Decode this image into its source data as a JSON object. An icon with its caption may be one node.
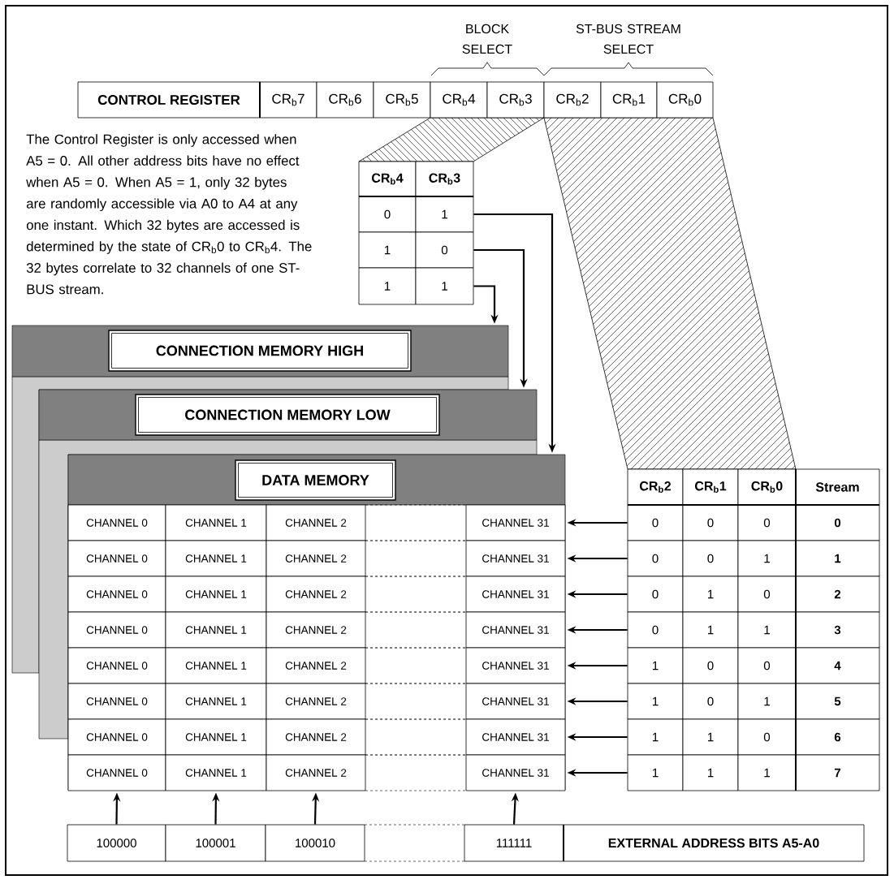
{
  "diagram": {
    "nodes": [
      {
        "text": [
          "CONTROL REGISTER"
        ]
      },
      {
        "text": [
          "CR$_{b}$7"
        ]
      },
      {
        "text": [
          "CR$_{b}$6"
        ]
      },
      {
        "text": [
          "CR$_{b}$5"
        ]
      },
      {
        "text": [
          "CR$_{b}$4"
        ]
      },
      {
        "text": [
          "CR$_{b}$3"
        ]
      },
      {
        "text": [
          "CR$_{b}$2"
        ]
      },
      {
        "text": [
          "CR$_{b}$1"
        ]
      },
      {
        "text": [
          "CR$_{b}$0"
        ]
      },
      {
        "text": [
          "CR$_{b}$4"
        ]
      },
      {
        "text": [
          "CR$_{b}$3"
        ]
      },
      {
        "text": [
          "0"
        ]
      },
      {
        "text": [
          "1"
        ]
      },
      {
        "text": [
          "1"
        ]
      },
      {
        "text": [
          "0"
        ]
      },
      {
        "text": [
          "1"
        ]
      },
      {
        "text": [
          "1"
        ]
      },
      {
        "text": [
          "CONNECTION MEMORY HIGH"
        ]
      },
      {
        "text": [
          "CONNECTION MEMORY LOW"
        ]
      },
      {
        "text": [
          "DATA MEMORY"
        ]
      },
      {
        "text": [
          "CHANNEL 0"
        ]
      },
      {
        "text": [
          "CHANNEL 1"
        ]
      },
      {
        "text": [
          "CHANNEL 2"
        ]
      },
      {
        "text": [
          "CHANNEL 31"
        ]
      },
      {
        "text": [
          "CHANNEL 0"
        ]
      },
      {
        "text": [
          "CHANNEL 1"
        ]
      },
      {
        "text": [
          "CHANNEL 2"
        ]
      },
      {
        "text": [
          "CHANNEL 31"
        ]
      },
      {
        "text": [
          "CHANNEL 0"
        ]
      },
      {
        "text": [
          "CHANNEL 1"
        ]
      },
      {
        "text": [
          "CHANNEL 2"
        ]
      },
      {
        "text": [
          "CHANNEL 31"
        ]
      },
      {
        "text": [
          "CHANNEL 0"
        ]
      },
      {
        "text": [
          "CHANNEL 1"
        ]
      },
      {
        "text": [
          "CHANNEL 2"
        ]
      },
      {
        "text": [
          "CHANNEL 31"
        ]
      },
      {
        "text": [
          "CHANNEL 0"
        ]
      },
      {
        "text": [
          "CHANNEL 1"
        ]
      },
      {
        "text": [
          "CHANNEL 2"
        ]
      },
      {
        "text": [
          "CHANNEL 31"
        ]
      },
      {
        "text": [
          "CHANNEL 0"
        ]
      },
      {
        "text": [
          "CHANNEL 1"
        ]
      },
      {
        "text": [
          "CHANNEL 2"
        ]
      },
      {
        "text": [
          "CHANNEL 31"
        ]
      },
      {
        "text": [
          "CHANNEL 0"
        ]
      },
      {
        "text": [
          "CHANNEL 1"
        ]
      },
      {
        "text": [
          "CHANNEL 2"
        ]
      },
      {
        "text": [
          "CHANNEL 31"
        ]
      },
      {
        "text": [
          "CHANNEL 0"
        ]
      },
      {
        "text": [
          "CHANNEL 1"
        ]
      },
      {
        "text": [
          "CHANNEL 2"
        ]
      },
      {
        "text": [
          "CHANNEL 31"
        ]
      },
      {
        "text": [
          "CR$_{b}$2"
        ]
      },
      {
        "text": [
          "CR$_{b}$1"
        ]
      },
      {
        "text": [
          "CR$_{b}$0"
        ]
      },
      {
        "text": [
          "Stream"
        ]
      },
      {
        "text": [
          "0"
        ]
      },
      {
        "text": [
          "0"
        ]
      },
      {
        "text": [
          "0"
        ]
      },
      {
        "text": [
          "0"
        ]
      },
      {
        "text": [
          "0"
        ]
      },
      {
        "text": [
          "0"
        ]
      },
      {
        "text": [
          "1"
        ]
      },
      {
        "text": [
          "1"
        ]
      },
      {
        "text": [
          "0"
        ]
      },
      {
        "text": [
          "1"
        ]
      },
      {
        "text": [
          "0"
        ]
      },
      {
        "text": [
          "2"
        ]
      },
      {
        "text": [
          "0"
        ]
      },
      {
        "text": [
          "1"
        ]
      },
      {
        "text": [
          "1"
        ]
      },
      {
        "text": [
          "3"
        ]
      },
      {
        "text": [
          "1"
        ]
      },
      {
        "text": [
          "0"
        ]
      },
      {
        "text": [
          "0"
        ]
      },
      {
        "text": [
          "4"
        ]
      },
      {
        "text": [
          "1"
        ]
      },
      {
        "text": [
          "0"
        ]
      },
      {
        "text": [
          "1"
        ]
      },
      {
        "text": [
          "5"
        ]
      },
      {
        "text": [
          "1"
        ]
      },
      {
        "text": [
          "1"
        ]
      },
      {
        "text": [
          "0"
        ]
      },
      {
        "text": [
          "6"
        ]
      },
      {
        "text": [
          "1"
        ]
      },
      {
        "text": [
          "1"
        ]
      },
      {
        "text": [
          "1"
        ]
      },
      {
        "text": [
          "7"
        ]
      },
      {
        "text": [
          "100000"
        ]
      },
      {
        "text": [
          "100001"
        ]
      },
      {
        "text": [
          "100010"
        ]
      },
      {
        "text": [
          "111111"
        ]
      },
      {
        "text": [
          "EXTERNAL ADDRESS BITS A5-A0"
        ]
      },
      {
        "text": [],
        "shape": "box"
      },
      {
        "text": [],
        "shape": "box"
      },
      {
        "text": [],
        "shape": "box"
      },
      {
        "text": [],
        "shape": "box"
      },
      {
        "text": [],
        "shape": "box"
      },
      {
        "text": [],
        "shape": "box"
      },
      {
        "text": [],
        "shape": "box"
      },
      {
        "text": [],
        "shape": "box"
      },
      {
        "text": [],
        "shape": "box"
      }
    ],
    "edges": [
      {
        "from": 12,
        "to": 19,
        "arrow": "to"
      },
      {
        "from": 14,
        "to": 18,
        "arrow": "to"
      },
      {
        "from": 16,
        "to": 17,
        "arrow": "to"
      },
      {
        "from": 56,
        "to": 23,
        "arrow": "to"
      },
      {
        "from": 60,
        "to": 27,
        "arrow": "to"
      },
      {
        "from": 64,
        "to": 31,
        "arrow": "to"
      },
      {
        "from": 68,
        "to": 35,
        "arrow": "to"
      },
      {
        "from": 72,
        "to": 39,
        "arrow": "to"
      },
      {
        "from": 76,
        "to": 43,
        "arrow": "to"
      },
      {
        "from": 80,
        "to": 47,
        "arrow": "to"
      },
      {
        "from": 84,
        "to": 51,
        "arrow": "to"
      },
      {
        "from": 88,
        "to": 48,
        "arrow": "to"
      },
      {
        "from": 89,
        "to": 49,
        "arrow": "to"
      },
      {
        "from": 90,
        "to": 50,
        "arrow": "to"
      },
      {
        "from": 91,
        "to": 51,
        "arrow": "to"
      }
    ],
    "labels": [
      "BLOCK SELECT",
      "ST-BUS STREAM SELECT",
      "The Control Register is only accessed when A5 = 0. All other address bits have no effect when A5 = 0. When A5 = 1, only 32 bytes are randomly accessible via A0 to A4 at any one instant. Which 32 bytes are accessed is determined by the state of CR$_{b}$0 to CR$_{b}$4. The 32 bytes correlate to 32 channels of one ST-BUS stream."
    ]
  }
}
